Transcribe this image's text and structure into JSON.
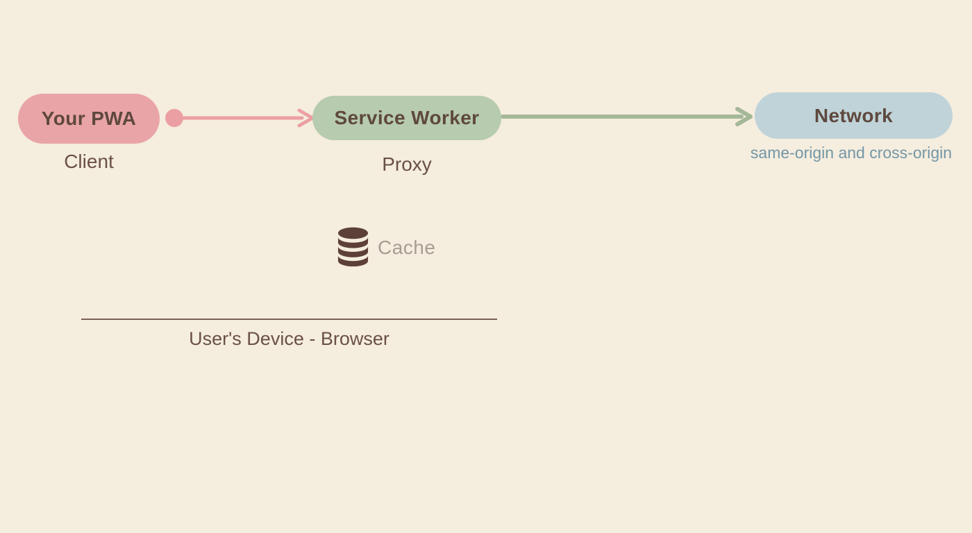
{
  "colors": {
    "bg": "#f5edde",
    "pill-pink": "#e9a4a7",
    "pill-green": "#b7cbae",
    "pill-blue": "#c0d3d9",
    "arrow-pink": "#ec9fa3",
    "arrow-green": "#a4b898",
    "node-text": "#5e483e",
    "label-text": "#6b5048",
    "cache-icon": "#5d4037",
    "cache-text": "#a89c94",
    "network-subtext": "#7397a6",
    "boundary-line": "#7d5f55"
  },
  "diagram": {
    "nodes": [
      {
        "id": "your-pwa",
        "label": "Your PWA",
        "sublabel": "Client"
      },
      {
        "id": "service-worker",
        "label": "Service Worker",
        "sublabel": "Proxy"
      },
      {
        "id": "network",
        "label": "Network",
        "sublabel": "same-origin and cross-origin"
      }
    ],
    "edges": [
      {
        "from": "your-pwa",
        "to": "service-worker",
        "style": "pink-dot-chevron"
      },
      {
        "from": "service-worker",
        "to": "network",
        "style": "green-chevron"
      }
    ],
    "cache": {
      "label": "Cache",
      "icon": "database-icon"
    },
    "boundary": {
      "label": "User's Device - Browser"
    }
  }
}
